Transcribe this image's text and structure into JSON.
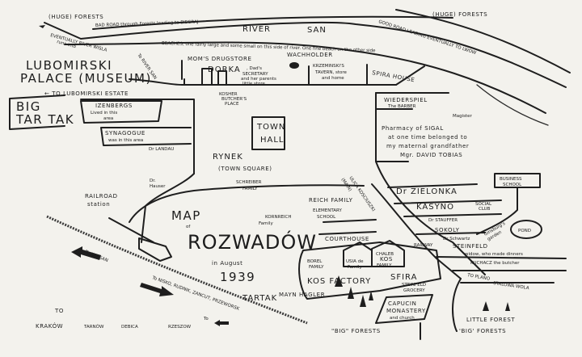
{
  "map": {
    "title": {
      "line1": "MAP",
      "line2": "of",
      "line3": "ROZWADÓW",
      "line4": "in August",
      "line5": "1939"
    },
    "north": {
      "huge_forests_left": "(HUGE) FORESTS",
      "bad_road": "BAD ROAD through Forests leading to BIEGRAJ",
      "river_san_1": "RIVER",
      "river_san_2": "SAN",
      "huge_forests_right": "(HUGE) FORESTS",
      "good_road": "GOOD ROAD LEADING EVENTUALLY TO LWOW",
      "eventually_wisla": "EVENTUALLY RIVER WISLA",
      "eventually_sub": "runs into",
      "beaches": "BEACHES, one fairly large and some small on this side of river. One fine beach on the other side",
      "wachholder": "WACHHOLDER",
      "spira_house": "SPIRA HOUSE"
    },
    "west": {
      "palace": "LUBOMIRSKI",
      "palace2": "PALACE (MUSEUM)",
      "to_river": "To RIVER SAN",
      "to_estate": "← TO LUBOMIRSKI ESTATE",
      "big_tartak1": "BIG",
      "big_tartak2": "TAR TAK",
      "izenbergs1": "IZENBERGS",
      "izenbergs2": "Lived in this",
      "izenbergs3": "area",
      "synagogue1": "SYNAGOGUE",
      "synagogue2": "was in this area",
      "dr_landau": "Dr LANDAU",
      "dr_hauser1": "Dr.",
      "dr_hauser2": "Hauser",
      "railroad1": "RAILROAD",
      "railroad2": "station"
    },
    "center": {
      "moms_drugstore": "MOM'S DRUGSTORE",
      "dorka": "DORKA",
      "dads": ", Dad's",
      "secretary": "SECRETARY",
      "secretary2": "and her parents",
      "secretary3": "little store",
      "kosher1": "KOSHER",
      "kosher2": "BUTCHER'S",
      "kosher3": "PLACE",
      "krzeminski1": "KRZEMINSKI'S",
      "krzeminski2": "TAVERN, store",
      "krzeminski3": "and home",
      "town_hall1": "TOWN",
      "town_hall2": "HALL",
      "rynek": "RYNEK",
      "rynek2": "(TOWN SQUARE)",
      "schreiber": "SCHREIBER",
      "schreiber2": "FAMILY",
      "reich": "REICH FAMILY",
      "kornreich": "KORNREICH",
      "kornreich2": "Family",
      "school": "ELEMENTARY",
      "school2": "SCHOOL",
      "ulica": "ULICA KOSCIUSZKI",
      "ulica2": "(MAIN)",
      "courthouse": "COURTHOUSE"
    },
    "east": {
      "wiederspiel": "WIEDERSPIEL",
      "wiederspiel2": "The BARBER",
      "magister": "Magister",
      "pharmacy1": "Pharmacy of SIGAL",
      "pharmacy2": "at one time belonged to",
      "pharmacy3": "my maternal grandfather",
      "pharmacy4": "Mgr. DAVID TOBIAS",
      "business": "BUSINESS",
      "business2": "SCHOOL",
      "zielonka": "Dr ZIELONKA",
      "kasyno": "KASYNO",
      "social": "SOCIAL",
      "social2": "CLUB",
      "staufer": "Dr STAUFFER",
      "sokoly": "SOKOLY",
      "schwartz": "Dr Schwartz",
      "ginsburg": "Ginsburg's",
      "ginsburg2": "garden",
      "pond": "POND",
      "railway": "RAILWAY",
      "steinfeld": "STEINFELD",
      "widow": "widow, who made dinners",
      "kuchacz": "KUCHACZ the butcher",
      "to_pl": "TO PLANO",
      "stalowa": "STALOWA WOLA"
    },
    "south": {
      "borel1": "BOREL",
      "borel2": "FAMILY",
      "usia1": "USIA de",
      "usia2": "Family",
      "chaleb1": "CHALEB",
      "chaleb2": "KOS",
      "chaleb3": "FAMILY",
      "kos_factory": "KOS FACTORY",
      "sfira": "SFIRA",
      "tartak": "TARTAK",
      "hagler": "MAYN HAGLER",
      "steinfeld_grocery1": "STEINFELD",
      "steinfeld_grocery2": "GROCERY",
      "capucin1": "CAPUCIN",
      "capucin2": "MONASTERY",
      "capucin3": "and church",
      "big_forests": "\"BIG\" FORESTS",
      "little_forest": "LITTLE FOREST",
      "big_forests2": "'BIG' FORESTS",
      "to_karsan": "To KARSAN",
      "to_nisko": "To NISKO, RUDNIK, ZANCUT, PRZEWORSK",
      "to": "TO",
      "to2": "To",
      "krakow": "KRAKÓW",
      "tarnow": "TARNÓW",
      "debica": "DEBICA",
      "rzeszow": "RZESZOW"
    }
  }
}
